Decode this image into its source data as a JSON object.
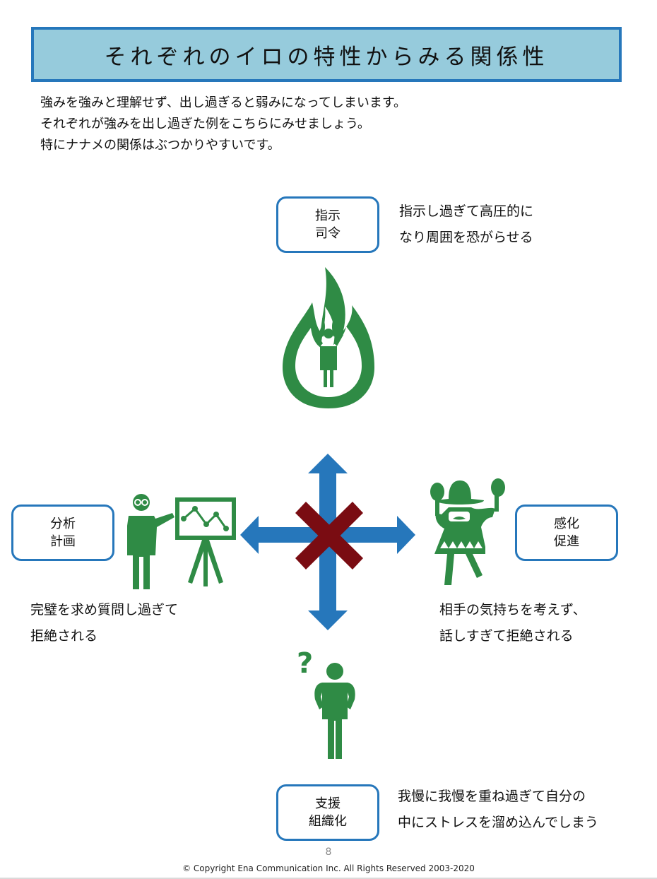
{
  "title": "それぞれのイロの特性からみる関係性",
  "intro": [
    "強みを強みと理解せず、出し過ぎると弱みになってしまいます。",
    "それぞれが強みを出し過ぎた例をこちらにみせましょう。",
    "特にナナメの関係はぶつかりやすいです。"
  ],
  "roles": {
    "top": {
      "line1": "指示",
      "line2": "司令",
      "caption": [
        "指示し過ぎて高圧的に",
        "なり周囲を恐がらせる"
      ]
    },
    "left": {
      "line1": "分析",
      "line2": "計画",
      "caption": [
        "完璧を求め質問し過ぎて",
        "拒絶される"
      ]
    },
    "right": {
      "line1": "感化",
      "line2": "促進",
      "caption": [
        "相手の気持ちを考えず、",
        "話しすぎて拒絶される"
      ]
    },
    "bottom": {
      "line1": "支援",
      "line2": "組織化",
      "caption": [
        "我慢に我慢を重ね過ぎて自分の",
        "中にストレスを溜め込んでしまう"
      ]
    }
  },
  "icons": {
    "top": "fire-person-icon",
    "left": "presenter-chart-icon",
    "right": "maracas-dancer-icon",
    "bottom": "confused-person-icon",
    "center": "cross-arrows-icon"
  },
  "colors": {
    "accent": "#2677bb",
    "banner": "#96cbdc",
    "figure": "#2f8b45",
    "cross": "#7a0c12"
  },
  "footer": {
    "page_number": "8",
    "copyright": "© Copyright Ena Communication Inc. All Rights Reserved 2003-2020"
  }
}
